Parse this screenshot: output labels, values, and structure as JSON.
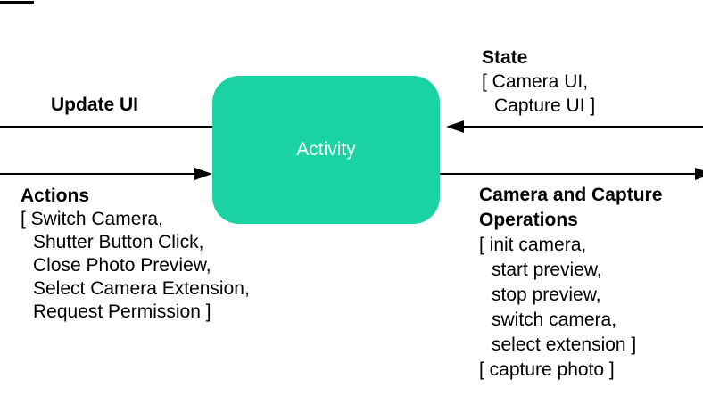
{
  "diagram": {
    "node": {
      "label": "Activity"
    },
    "colors": {
      "node_bg": "#1BD3A2",
      "node_text": "#FFFFFF",
      "line": "#000000",
      "text": "#000000"
    },
    "update_ui": {
      "label": "Update UI",
      "arrow_direction": "left-into-edge"
    },
    "actions": {
      "title": "Actions",
      "arrow_direction": "right-into-node",
      "lines": [
        "[ Switch Camera,",
        "Shutter Button Click,",
        "Close Photo Preview,",
        "Select Camera Extension,",
        "Request Permission ]"
      ]
    },
    "state": {
      "title": "State",
      "arrow_direction": "left-into-node",
      "lines": [
        "[ Camera UI,",
        "Capture UI ]"
      ]
    },
    "operations": {
      "title_lines": [
        "Camera and Capture",
        "Operations"
      ],
      "arrow_direction": "right-off-edge",
      "lines": [
        "[ init camera,",
        "start preview,",
        "stop preview,",
        "switch camera,",
        "select extension ]",
        "[ capture photo ]"
      ]
    }
  }
}
